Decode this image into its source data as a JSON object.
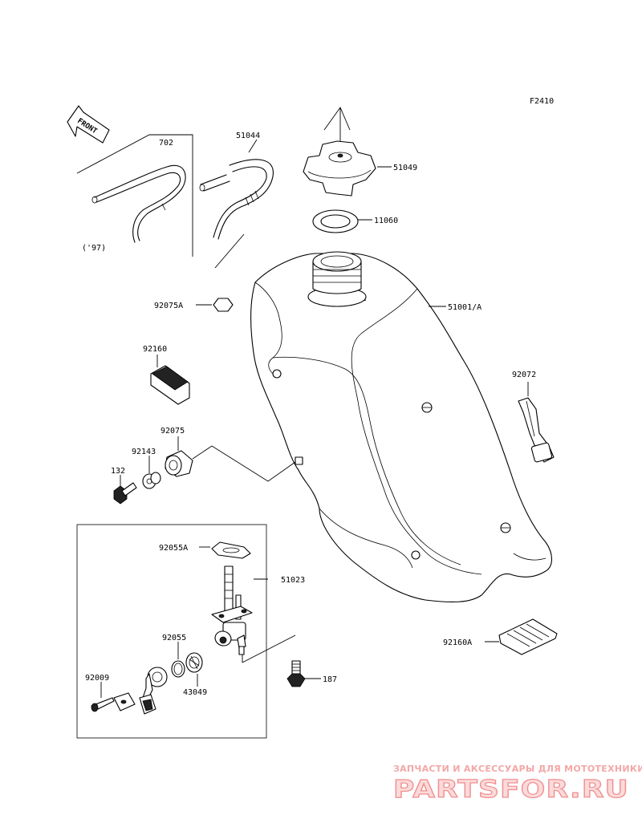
{
  "diagram": {
    "figure_code": "F2410",
    "front_arrow": "FRONT",
    "year_note": "('97)",
    "parts": {
      "p702": "702",
      "p51044": "51044",
      "p51049": "51049",
      "p11060": "11060",
      "p92075A": "92075A",
      "p51001A": "51001/A",
      "p92160": "92160",
      "p92072": "92072",
      "p92075": "92075",
      "p92143": "92143",
      "p132": "132",
      "p92055A": "92055A",
      "p51023": "51023",
      "p92055": "92055",
      "p92009": "92009",
      "p43049": "43049",
      "p187": "187",
      "p92160A": "92160A"
    }
  },
  "watermark": {
    "tagline": "ЗАПЧАСТИ И АКСЕССУАРЫ ДЛЯ МОТОТЕХНИКИ",
    "logo": "PARTSFOR.RU"
  }
}
